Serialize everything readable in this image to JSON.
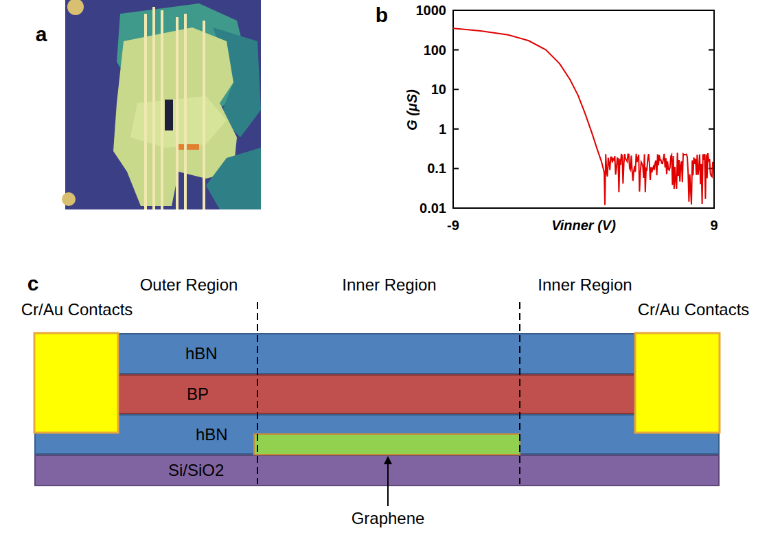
{
  "diagram": {
    "nodes": [
      {
        "text": [
          "hBN"
        ]
      },
      {
        "text": [
          "BP"
        ]
      },
      {
        "text": [
          "hBN"
        ]
      },
      {
        "text": [
          "Si/SiO2"
        ]
      }
    ],
    "labels": [
      "a",
      "b",
      "1000",
      "100",
      "10",
      "1",
      "0.1",
      "0.01",
      "-9",
      "9",
      "Vinner (V)",
      "G (μS)",
      "c",
      "Outer Region",
      "Inner Region",
      "Inner Region",
      "Cr/Au Contacts",
      "Cr/Au Contacts",
      "Graphene"
    ]
  }
}
